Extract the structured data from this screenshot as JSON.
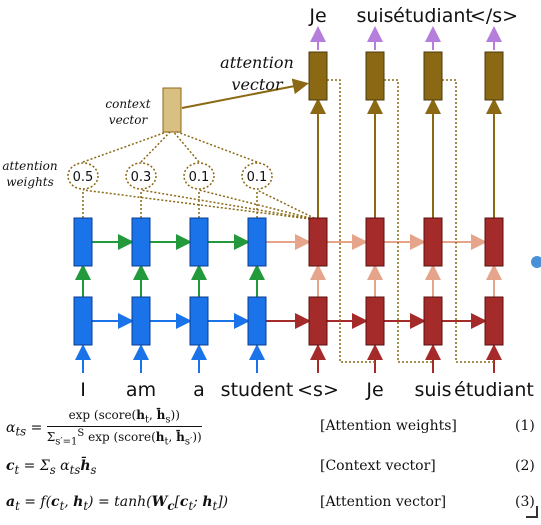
{
  "source_words": [
    "I",
    "am",
    "a",
    "student",
    "<s>",
    "Je",
    "suis",
    "étudiant"
  ],
  "target_words": [
    "Je",
    "suis",
    "étudiant",
    "</s>"
  ],
  "attention_weights": [
    "0.5",
    "0.3",
    "0.1",
    "0.1"
  ],
  "labels": {
    "attention_vector": [
      "attention",
      "vector"
    ],
    "context_vector": [
      "context",
      "vector"
    ],
    "attention_weights": [
      "attention",
      "weights"
    ]
  },
  "equations": [
    {
      "tag": "[Attention weights]",
      "number": "(1)"
    },
    {
      "tag": "[Context vector]",
      "number": "(2)"
    },
    {
      "tag": "[Attention vector]",
      "number": "(3)"
    }
  ],
  "colors": {
    "encoder": "#1a73e8",
    "decoder": "#a52a2a",
    "attention_vector": "#8b6914",
    "context_vector": "#d8bf82",
    "output_arrow": "#b57edc",
    "encoder_upper_link": "#22993a",
    "decoder_upper_link": "#e6a58a"
  }
}
